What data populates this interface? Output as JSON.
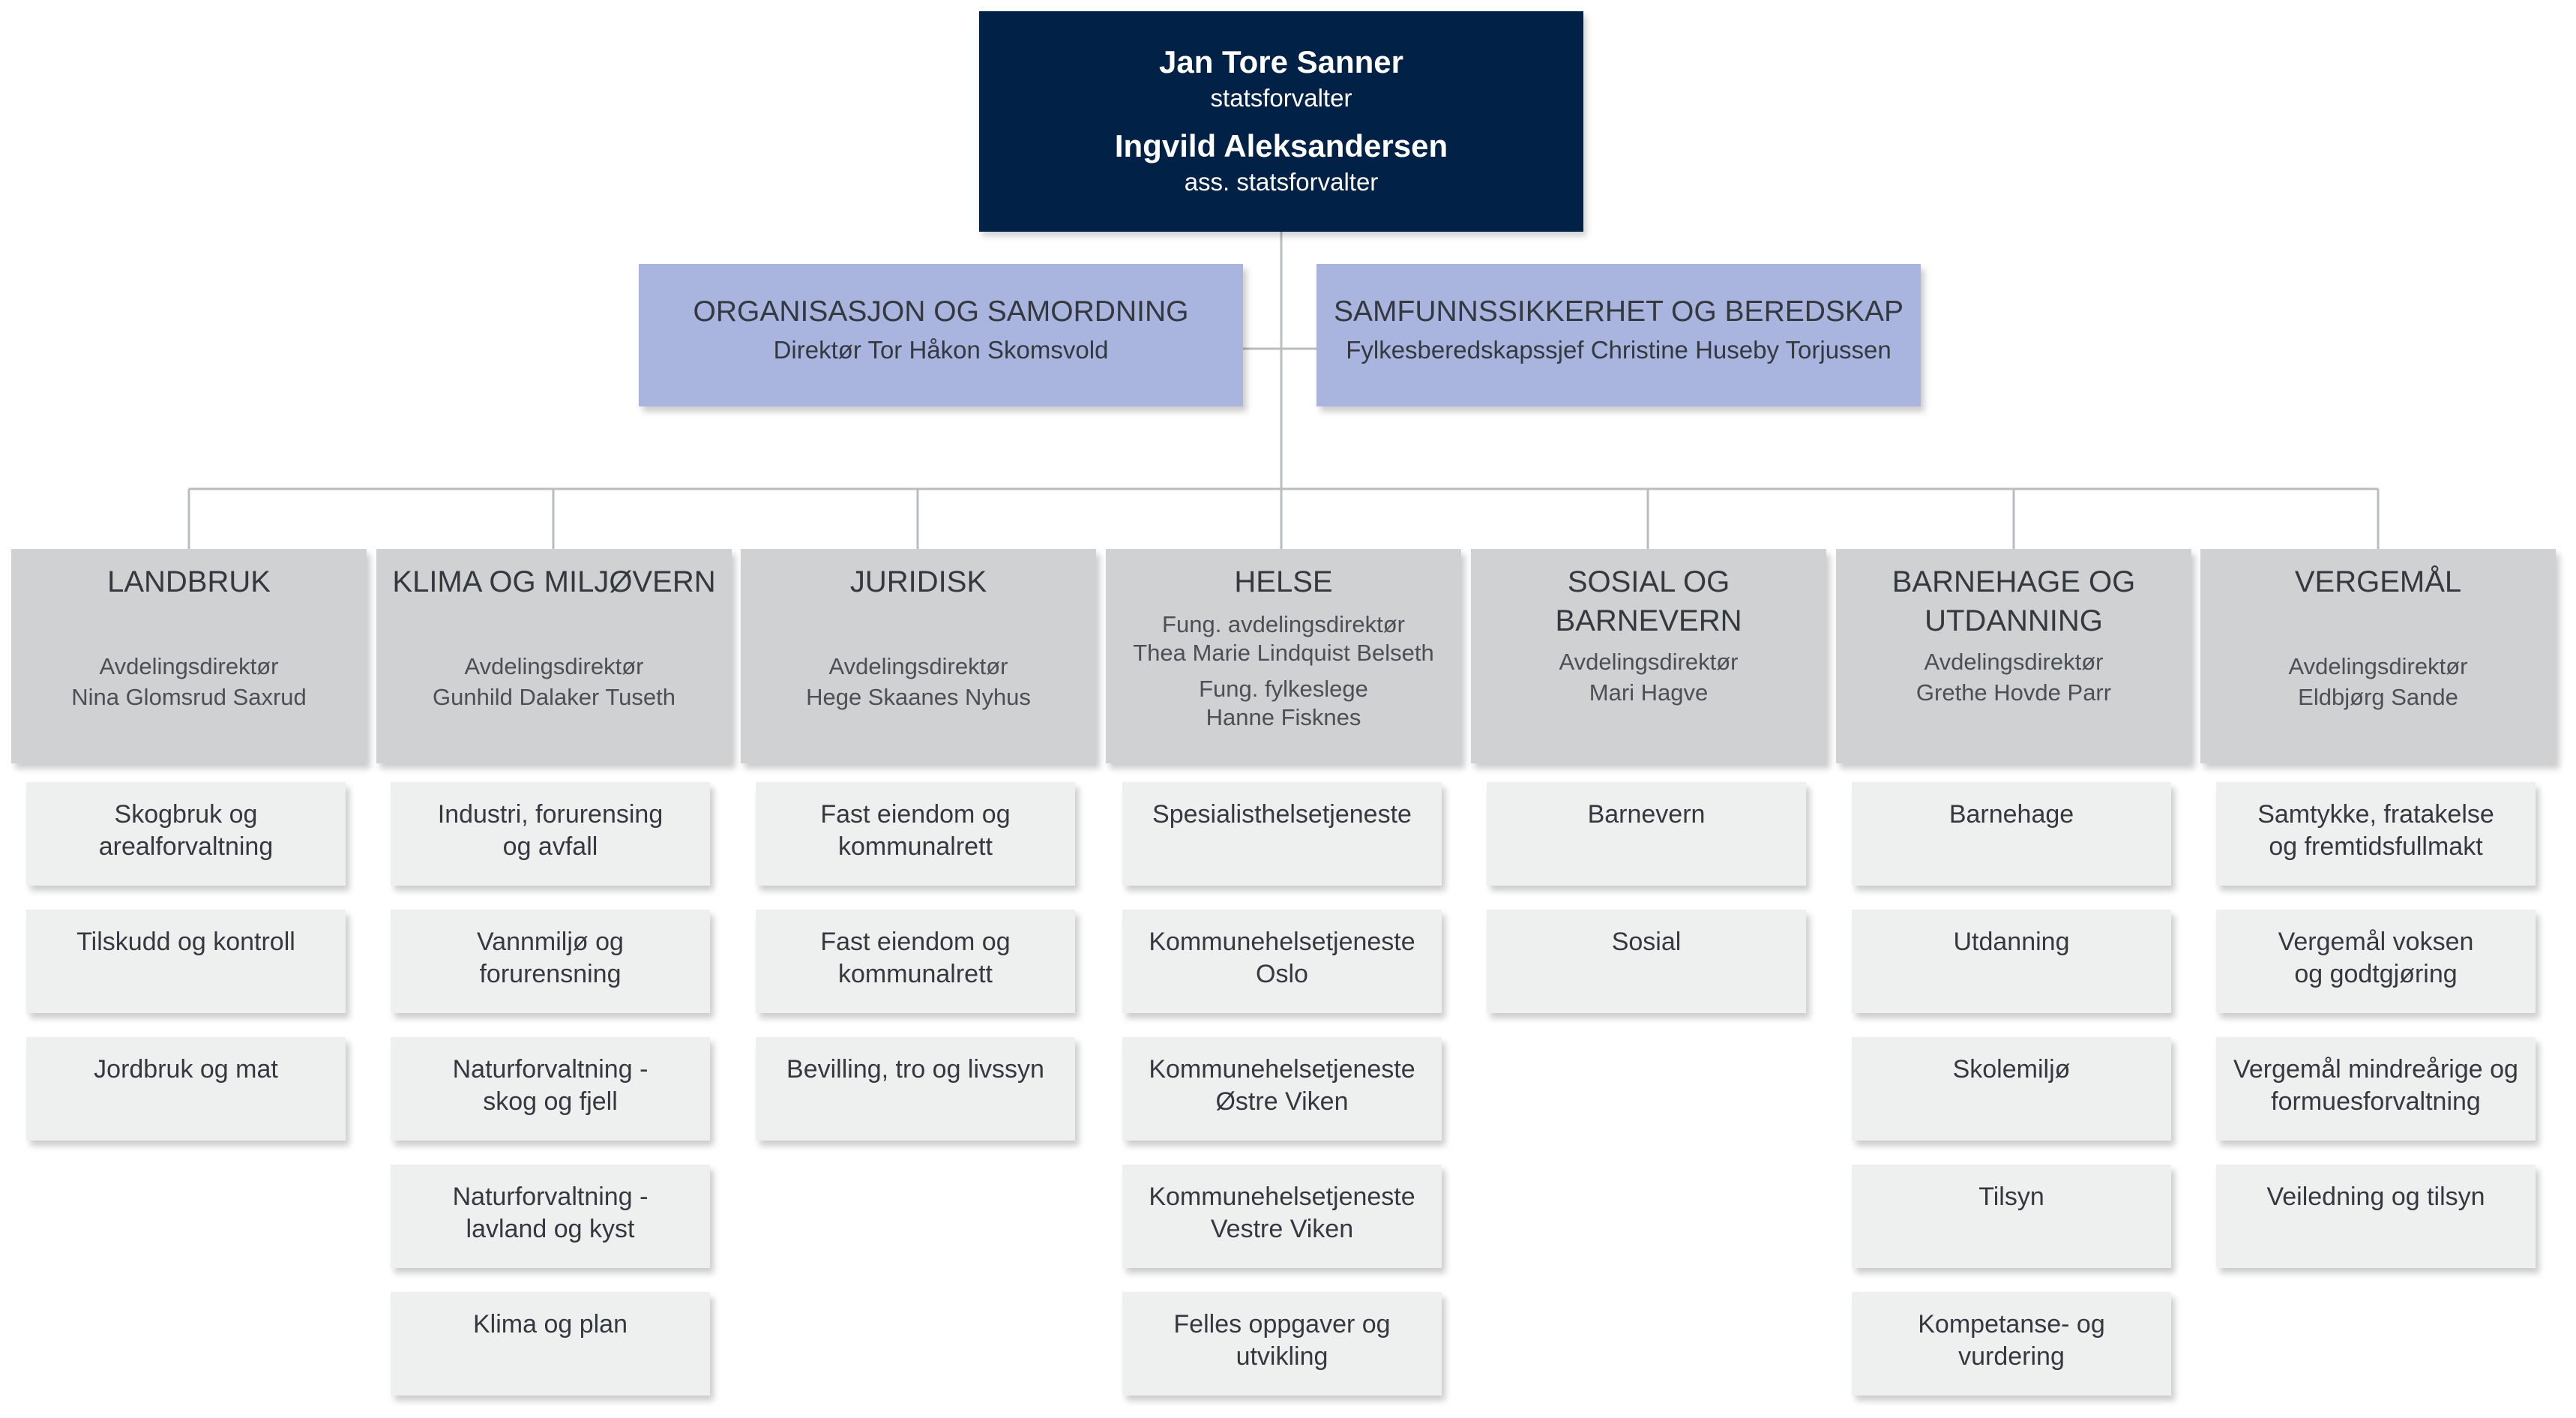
{
  "top": {
    "name1": "Jan Tore Sanner",
    "role1": "statsforvalter",
    "name2": "Ingvild Aleksandersen",
    "role2": "ass. statsforvalter"
  },
  "staff": [
    {
      "title": "ORGANISASJON OG SAMORDNING",
      "sub": "Direktør Tor Håkon Skomsvold"
    },
    {
      "title": "SAMFUNNSSIKKERHET OG BEREDSKAP",
      "sub": "Fylkesberedskapssjef Christine Huseby Torjussen"
    }
  ],
  "departments": [
    {
      "title": [
        "LANDBRUK"
      ],
      "sub": [
        "Avdelingsdirektør",
        "Nina Glomsrud Saxrud"
      ],
      "units": [
        [
          "Skogbruk og",
          "arealforvaltning"
        ],
        [
          "Tilskudd og kontroll"
        ],
        [
          "Jordbruk og mat"
        ]
      ]
    },
    {
      "title": [
        "KLIMA OG MILJØVERN"
      ],
      "sub": [
        "Avdelingsdirektør",
        "Gunhild Dalaker Tuseth"
      ],
      "units": [
        [
          "Industri, forurensing",
          "og avfall"
        ],
        [
          "Vannmiljø og",
          "forurensning"
        ],
        [
          "Naturforvaltning -",
          "skog og fjell"
        ],
        [
          "Naturforvaltning -",
          "lavland og kyst"
        ],
        [
          "Klima og plan"
        ]
      ]
    },
    {
      "title": [
        "JURIDISK"
      ],
      "sub": [
        "Avdelingsdirektør",
        "Hege Skaanes Nyhus"
      ],
      "units": [
        [
          "Fast eiendom og",
          "kommunalrett"
        ],
        [
          "Fast eiendom og",
          "kommunalrett"
        ],
        [
          "Bevilling, tro og livssyn"
        ]
      ]
    },
    {
      "title": [
        "HELSE"
      ],
      "sub": [
        "Fung. avdelingsdirektør",
        "Thea Marie Lindquist Belseth",
        "Fung. fylkeslege",
        "Hanne Fisknes"
      ],
      "units": [
        [
          "Spesialisthelsetjeneste"
        ],
        [
          "Kommunehelsetjeneste",
          "Oslo"
        ],
        [
          "Kommunehelsetjeneste",
          "Østre Viken"
        ],
        [
          "Kommunehelsetjeneste",
          "Vestre Viken"
        ],
        [
          "Felles oppgaver og",
          "utvikling"
        ]
      ]
    },
    {
      "title": [
        "SOSIAL OG",
        "BARNEVERN"
      ],
      "sub": [
        "Avdelingsdirektør",
        "Mari Hagve"
      ],
      "units": [
        [
          "Barnevern"
        ],
        [
          "Sosial"
        ]
      ]
    },
    {
      "title": [
        "BARNEHAGE OG",
        "UTDANNING"
      ],
      "sub": [
        "Avdelingsdirektør",
        "Grethe Hovde Parr"
      ],
      "units": [
        [
          "Barnehage"
        ],
        [
          "Utdanning"
        ],
        [
          "Skolemiljø"
        ],
        [
          "Tilsyn"
        ],
        [
          "Kompetanse- og",
          "vurdering"
        ]
      ]
    },
    {
      "title": [
        "VERGEMÅL"
      ],
      "sub": [
        "Avdelingsdirektør",
        "Eldbjørg Sande"
      ],
      "units": [
        [
          "Samtykke, fratakelse",
          "og fremtidsfullmakt"
        ],
        [
          "Vergemål voksen",
          "og godtgjøring"
        ],
        [
          "Vergemål mindreårige og",
          "formuesforvaltning"
        ],
        [
          "Veiledning og tilsyn"
        ]
      ]
    }
  ]
}
